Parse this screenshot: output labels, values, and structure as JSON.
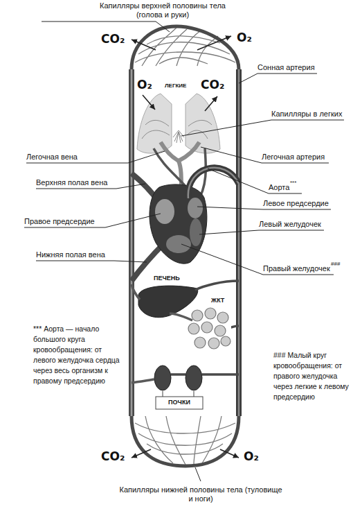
{
  "diagram": {
    "labels": [
      "Капилляры верхней половины тела (голова и руки)",
      "CO₂",
      "O₂",
      "Сонная артерия",
      "O₂",
      "ЛЕГКИЕ",
      "CO₂",
      "Капилляры в легких",
      "Легочная вена",
      "Легочная артерия",
      "Верхняя полая вена",
      "Аорта",
      "***",
      "Левое предсердие",
      "Правое предсердие",
      "Левый желудочек",
      "Нижняя полая вена",
      "Правый желудочек",
      "###",
      "ПЕЧЕНЬ",
      "ЖКТ",
      "*** Аорта — начало большого круга кровообращения: от левого желудочка сердца через весь организм к правому предсердию",
      "### Малый круг кровообращения: от правого желудочка через легкие к левому предсердию",
      "ПОЧКИ",
      "CO₂",
      "O₂",
      "Капилляры нижней половины тела (туловище и ноги)"
    ]
  }
}
